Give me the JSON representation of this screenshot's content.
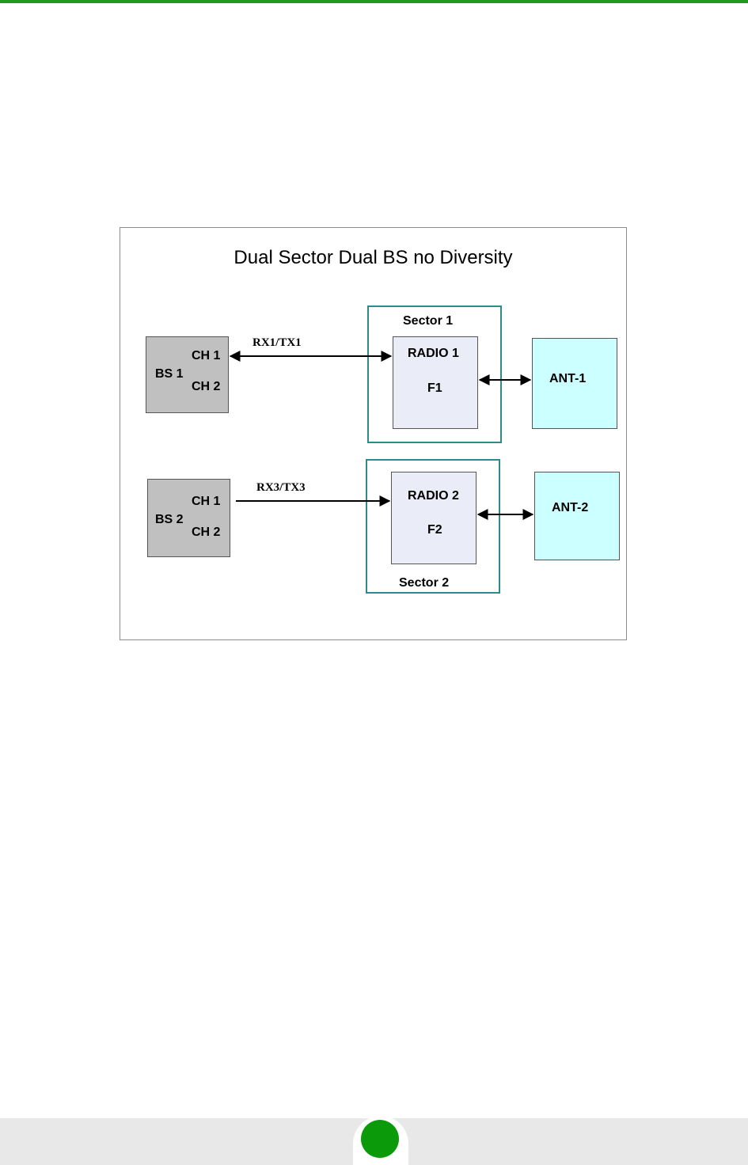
{
  "diagram": {
    "title": "Dual Sector Dual BS no Diversity",
    "bs1": {
      "name": "BS 1",
      "ch1": "CH 1",
      "ch2": "CH 2"
    },
    "bs2": {
      "name": "BS 2",
      "ch1": "CH 1",
      "ch2": "CH 2"
    },
    "sector1": {
      "label": "Sector 1",
      "radio": "RADIO 1",
      "freq": "F1",
      "antenna": "ANT-1",
      "link": "RX1/TX1"
    },
    "sector2": {
      "label": "Sector 2",
      "radio": "RADIO 2",
      "freq": "F2",
      "antenna": "ANT-2",
      "link": "RX3/TX3"
    }
  },
  "colors": {
    "accent_green": "#1f9a1f",
    "sector_border": "#2e8b8b",
    "bs_fill": "#c0c0c0",
    "radio_fill": "#eaedf7",
    "antenna_fill": "#ccffff"
  }
}
